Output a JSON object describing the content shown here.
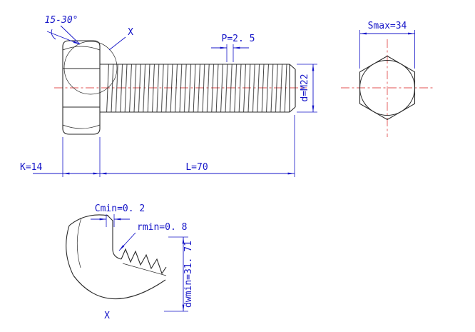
{
  "title": "Hex bolt engineering drawing",
  "colors": {
    "dimension_text": "#1414c8",
    "drawing_line": "#2a2a2a",
    "centerline": "#e05252",
    "background": "#ffffff"
  },
  "views": {
    "main": {
      "chamfer_angle": "15-30°",
      "detail_callout": "X",
      "pitch": "P=2. 5",
      "thread_diameter": "d=M22",
      "head_height": "K=14",
      "length": "L=70"
    },
    "end": {
      "width_across_flats": "Smax=34"
    },
    "detail": {
      "washer_chamfer": "Cmin=0. 2",
      "fillet_radius": "rmin=0. 8",
      "washer_diameter": "dwmin=31. 71",
      "detail_label": "X"
    }
  }
}
